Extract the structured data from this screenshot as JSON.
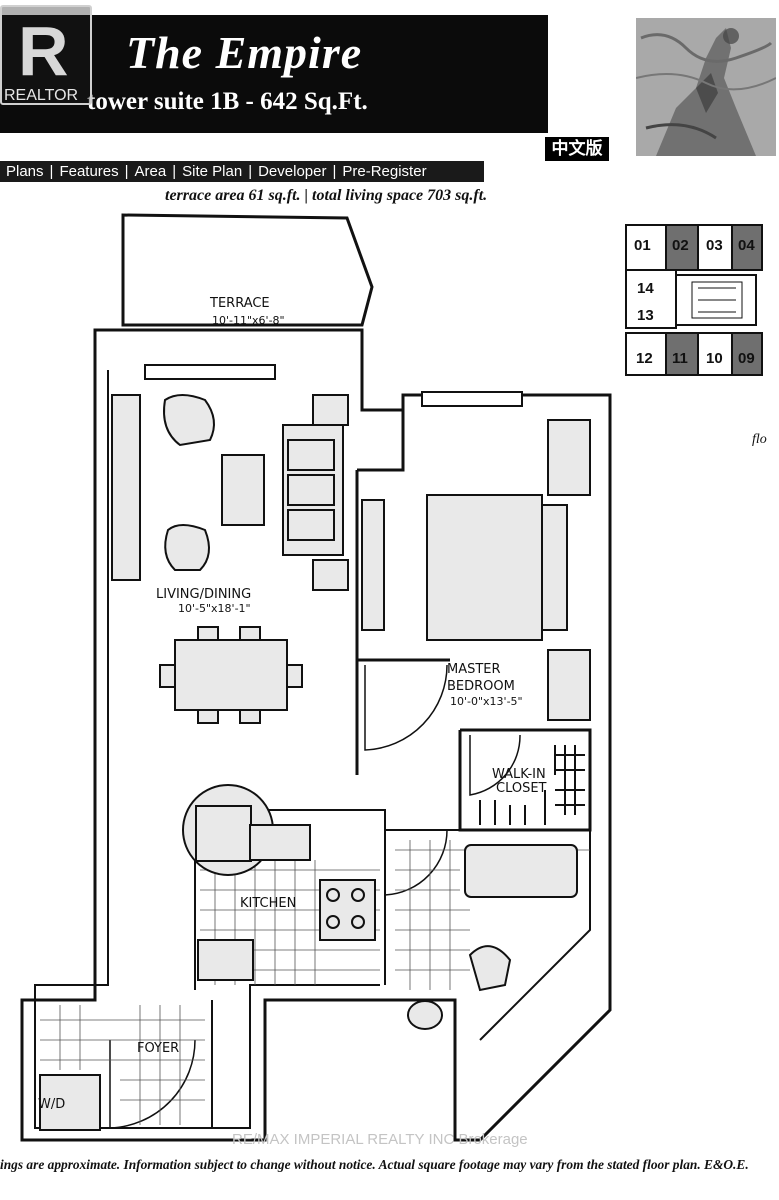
{
  "header": {
    "title": "The Empire",
    "subtitle": "tower suite 1B - 642 Sq.Ft.",
    "chinese_label": "中文版",
    "logo_text": "REALTOR"
  },
  "nav": {
    "items": [
      "Plans",
      "Features",
      "Area",
      "Site Plan",
      "Developer",
      "Pre-Register"
    ]
  },
  "area_summary": "terrace area 61 sq.ft. | total living space 703 sq.ft.",
  "rooms": {
    "terrace": {
      "name": "TERRACE",
      "dims": "10'-11\"x6'-8\""
    },
    "living": {
      "name": "LIVING/DINING",
      "dims": "10'-5\"x18'-1\""
    },
    "master": {
      "name": "MASTER",
      "name2": "BEDROOM",
      "dims": "10'-0\"x13'-5\""
    },
    "closet": {
      "name": "WALK-IN",
      "name2": "CLOSET"
    },
    "kitchen": {
      "name": "KITCHEN"
    },
    "foyer": {
      "name": "FOYER"
    },
    "wd": {
      "name": "W/D"
    }
  },
  "keyplan": {
    "units": [
      "01",
      "02",
      "03",
      "04",
      "14",
      "13",
      "12",
      "11",
      "10",
      "09"
    ]
  },
  "side_label": "flo",
  "watermark": "RE/MAX IMPERIAL REALTY INC Brokerage",
  "disclaimer": "ings are approximate. Information subject to change without notice. Actual square footage may vary from the stated floor plan. E&O.E.",
  "colors": {
    "band": "#0b0b0b",
    "nav": "#1a1a1a",
    "line": "#111111",
    "unit_dark": "#6f6f6f"
  }
}
